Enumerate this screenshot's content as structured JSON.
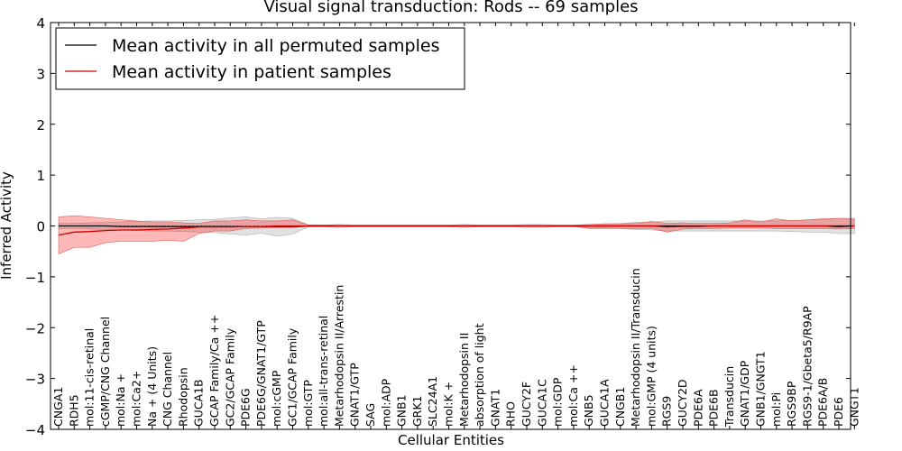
{
  "chart_data": {
    "type": "line",
    "title": "Visual signal transduction: Rods -- 69 samples",
    "xlabel": "Cellular Entities",
    "ylabel": "Inferred Activity",
    "ylim": [
      -4,
      4
    ],
    "yticks": [
      "4",
      "3",
      "2",
      "1",
      "0",
      "−1",
      "−2",
      "−3",
      "−4"
    ],
    "ytick_values": [
      4,
      3,
      2,
      1,
      0,
      -1,
      -2,
      -3,
      -4
    ],
    "grid": false,
    "legend_position": "top-left",
    "categories": [
      "CNGA1",
      "RDH5",
      "mol:11-cis-retinal",
      "cGMP/CNG Channel",
      "mol:Na +",
      "mol:Ca2+",
      "Na + (4 Units)",
      "CNG Channel",
      "Rhodopsin",
      "GUCA1B",
      "GCAP Family/Ca ++",
      "GC2/GCAP Family",
      "PDE6G",
      "PDE6G/GNAT1/GTP",
      "mol:cGMP",
      "GC1/GCAP Family",
      "mol:GTP",
      "mol:all-trans-retinal",
      "Metarhodopsin II/Arrestin",
      "GNAT1/GTP",
      "SAG",
      "mol:ADP",
      "GNB1",
      "GRK1",
      "SLC24A1",
      "mol:K +",
      "Metarhodopsin II",
      "absorption of light",
      "GNAT1",
      "RHO",
      "GUCY2F",
      "GUCA1C",
      "mol:GDP",
      "mol:Ca ++",
      "GNB5",
      "GUCA1A",
      "CNGB1",
      "Metarhodopsin II/Transducin",
      "mol:GMP (4 units)",
      "RGS9",
      "GUCY2D",
      "PDE6A",
      "PDE6B",
      "Transducin",
      "GNAT1/GDP",
      "GNB1/GNGT1",
      "mol:Pi",
      "RGS9BP",
      "RGS9-1/Gbeta5/R9AP",
      "PDE6A/B",
      "PDE6",
      "GNGT1"
    ],
    "series": [
      {
        "name": "Mean activity in all permuted samples",
        "color": "#000000",
        "values": [
          0.0,
          0.0,
          0.0,
          0.0,
          -0.01,
          -0.01,
          -0.01,
          -0.01,
          -0.01,
          -0.01,
          -0.01,
          -0.01,
          -0.01,
          -0.01,
          -0.01,
          -0.01,
          0.0,
          0.0,
          0.0,
          0.0,
          0.0,
          0.0,
          0.0,
          0.0,
          0.0,
          0.0,
          0.0,
          0.0,
          0.0,
          0.0,
          0.0,
          0.0,
          0.0,
          0.0,
          0.0,
          0.0,
          0.0,
          0.0,
          0.0,
          0.0,
          0.0,
          0.0,
          0.0,
          0.0,
          0.0,
          0.0,
          0.0,
          0.0,
          0.0,
          0.0,
          0.0,
          0.0
        ],
        "band_low": [
          -0.05,
          -0.05,
          -0.06,
          -0.07,
          -0.08,
          -0.09,
          -0.1,
          -0.1,
          -0.11,
          -0.12,
          -0.13,
          -0.16,
          -0.18,
          -0.14,
          -0.2,
          -0.16,
          -0.02,
          -0.02,
          -0.03,
          -0.02,
          -0.02,
          -0.02,
          -0.02,
          -0.02,
          -0.02,
          -0.02,
          -0.03,
          -0.02,
          -0.02,
          -0.02,
          -0.03,
          -0.03,
          -0.02,
          -0.02,
          -0.03,
          -0.04,
          -0.05,
          -0.07,
          -0.08,
          -0.1,
          -0.1,
          -0.1,
          -0.1,
          -0.1,
          -0.1,
          -0.1,
          -0.1,
          -0.11,
          -0.12,
          -0.12,
          -0.15,
          -0.15
        ],
        "band_high": [
          0.05,
          0.05,
          0.06,
          0.07,
          0.08,
          0.09,
          0.1,
          0.1,
          0.11,
          0.12,
          0.13,
          0.16,
          0.18,
          0.14,
          0.17,
          0.15,
          0.02,
          0.02,
          0.03,
          0.02,
          0.02,
          0.02,
          0.02,
          0.02,
          0.02,
          0.02,
          0.03,
          0.02,
          0.02,
          0.02,
          0.03,
          0.03,
          0.02,
          0.02,
          0.03,
          0.04,
          0.05,
          0.07,
          0.08,
          0.1,
          0.1,
          0.1,
          0.1,
          0.1,
          0.1,
          0.1,
          0.1,
          0.11,
          0.12,
          0.12,
          0.15,
          0.15
        ]
      },
      {
        "name": "Mean activity in patient samples",
        "color": "#cc0000",
        "values": [
          -0.18,
          -0.12,
          -0.11,
          -0.09,
          -0.08,
          -0.08,
          -0.07,
          -0.06,
          -0.04,
          -0.02,
          -0.02,
          -0.02,
          -0.01,
          -0.01,
          0.0,
          0.0,
          0.0,
          0.0,
          0.0,
          0.0,
          0.0,
          0.0,
          0.0,
          0.0,
          0.0,
          0.0,
          0.0,
          0.0,
          0.0,
          0.0,
          0.0,
          0.0,
          0.0,
          0.0,
          0.0,
          0.0,
          0.0,
          0.0,
          0.0,
          -0.02,
          -0.01,
          -0.01,
          0.0,
          0.0,
          0.0,
          0.0,
          0.0,
          0.0,
          0.0,
          0.0,
          -0.02,
          0.0
        ],
        "band_low": [
          -0.55,
          -0.42,
          -0.42,
          -0.33,
          -0.3,
          -0.3,
          -0.3,
          -0.28,
          -0.3,
          -0.15,
          -0.1,
          -0.1,
          -0.05,
          -0.04,
          -0.03,
          -0.03,
          -0.01,
          -0.01,
          -0.01,
          -0.01,
          -0.01,
          -0.01,
          -0.01,
          -0.01,
          -0.01,
          -0.01,
          -0.01,
          -0.01,
          -0.01,
          -0.01,
          -0.01,
          -0.01,
          -0.01,
          -0.01,
          -0.05,
          -0.05,
          -0.05,
          -0.05,
          -0.05,
          -0.12,
          -0.06,
          -0.05,
          -0.05,
          -0.04,
          -0.04,
          -0.04,
          -0.05,
          -0.05,
          -0.05,
          -0.05,
          -0.06,
          -0.05
        ],
        "band_high": [
          0.18,
          0.2,
          0.18,
          0.15,
          0.12,
          0.1,
          0.08,
          0.08,
          0.06,
          0.05,
          0.1,
          0.1,
          0.12,
          0.1,
          0.1,
          0.12,
          0.02,
          0.02,
          0.01,
          0.01,
          0.01,
          0.01,
          0.01,
          0.01,
          0.01,
          0.01,
          0.01,
          0.01,
          0.01,
          0.01,
          0.01,
          0.01,
          0.01,
          0.01,
          0.03,
          0.04,
          0.04,
          0.05,
          0.09,
          0.05,
          0.06,
          0.05,
          0.05,
          0.06,
          0.12,
          0.08,
          0.14,
          0.1,
          0.12,
          0.14,
          0.15,
          0.13
        ]
      }
    ]
  }
}
